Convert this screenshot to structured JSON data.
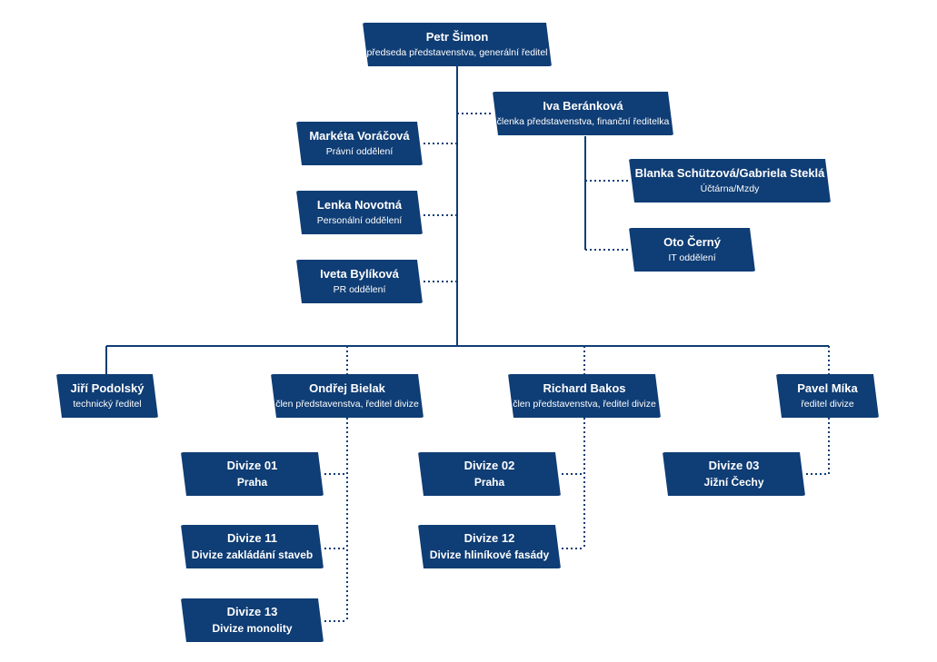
{
  "colors": {
    "box": "#0f3d75",
    "line": "#0f3d75",
    "text": "#ffffff"
  },
  "ceo": {
    "name": "Petr Šimon",
    "role": "předseda představenstva, generální ředitel"
  },
  "cfo": {
    "name": "Iva Beránková",
    "role": "členka představenstva, finanční ředitelka"
  },
  "staff": [
    {
      "name": "Markéta Voráčová",
      "role": "Právní oddělení"
    },
    {
      "name": "Lenka Novotná",
      "role": "Personální oddělení"
    },
    {
      "name": "Iveta Bylíková",
      "role": "PR oddělení"
    }
  ],
  "finance_staff": [
    {
      "name": "Blanka Schützová/Gabriela Steklá",
      "role": "Účtárna/Mzdy"
    },
    {
      "name": "Oto Černý",
      "role": "IT oddělení"
    }
  ],
  "directors": [
    {
      "name": "Jiří Podolský",
      "role": "technický ředitel"
    },
    {
      "name": "Ondřej Bielak",
      "role": "člen představenstva, ředitel divize"
    },
    {
      "name": "Richard Bakos",
      "role": "člen představenstva, ředitel divize"
    },
    {
      "name": "Pavel Míka",
      "role": "ředitel divize"
    }
  ],
  "divisions": [
    {
      "name": "Divize 01",
      "sub": "Praha"
    },
    {
      "name": "Divize 11",
      "sub": "Divize zakládání staveb"
    },
    {
      "name": "Divize 13",
      "sub": "Divize monolity"
    },
    {
      "name": "Divize 02",
      "sub": "Praha"
    },
    {
      "name": "Divize 12",
      "sub": "Divize hliníkové fasády"
    },
    {
      "name": "Divize 03",
      "sub": "Jižní Čechy"
    }
  ]
}
